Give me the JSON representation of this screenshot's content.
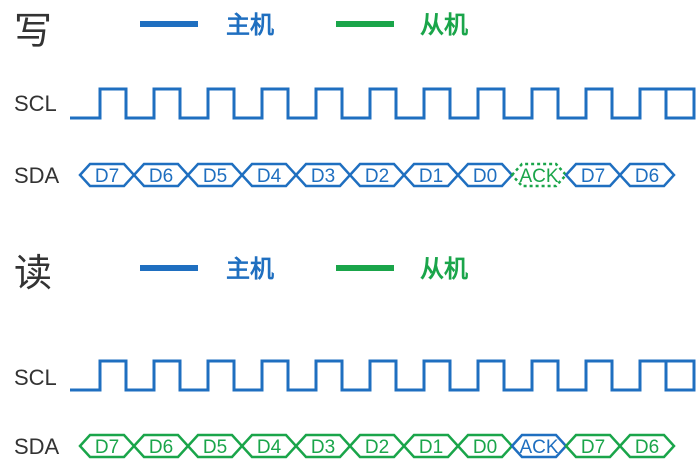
{
  "colors": {
    "master": "#1f6fc0",
    "slave": "#1aa54a",
    "text": "#333333"
  },
  "sections": [
    {
      "title": "写",
      "legend": {
        "master": "主机",
        "slave": "从机"
      },
      "scl_label": "SCL",
      "sda_label": "SDA",
      "bits": [
        "D7",
        "D6",
        "D5",
        "D4",
        "D3",
        "D2",
        "D1",
        "D0"
      ],
      "bits_driver": "master",
      "ack": "ACK",
      "ack_driver": "slave",
      "after": [
        "D7",
        "D6"
      ],
      "after_driver": "master"
    },
    {
      "title": "读",
      "legend": {
        "master": "主机",
        "slave": "从机"
      },
      "scl_label": "SCL",
      "sda_label": "SDA",
      "bits": [
        "D7",
        "D6",
        "D5",
        "D4",
        "D3",
        "D2",
        "D1",
        "D0"
      ],
      "bits_driver": "slave",
      "ack": "ACK",
      "ack_driver": "master",
      "after": [
        "D7",
        "D6"
      ],
      "after_driver": "slave"
    }
  ]
}
